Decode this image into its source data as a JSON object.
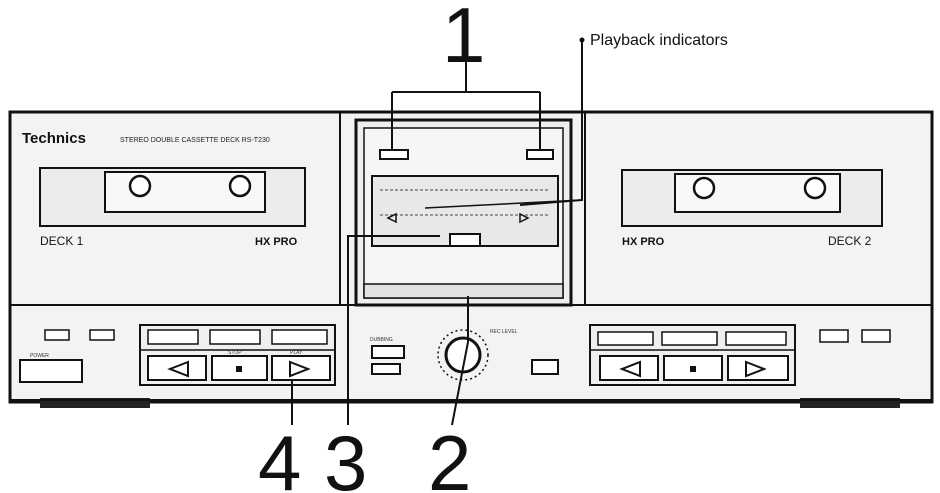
{
  "callouts": {
    "one": "1",
    "two": "2",
    "three": "3",
    "four": "4",
    "playback_indicators": "Playback indicators"
  },
  "deck": {
    "brand": "Technics",
    "model_line": "STEREO DOUBLE CASSETTE DECK RS-T230",
    "deck1_label": "DECK 1",
    "deck2_label": "DECK 2",
    "hx_pro_left": "HX PRO",
    "hx_pro_right": "HX PRO",
    "dubbing_label": "DUBBING",
    "rec_level_label": "REC LEVEL",
    "stop_label": "STOP",
    "play_label": "PLAY",
    "power_label": "POWER"
  },
  "colors": {
    "ink": "#111111",
    "panel": "#f2f2f2",
    "window": "#e9e9e9",
    "background": "#ffffff"
  }
}
